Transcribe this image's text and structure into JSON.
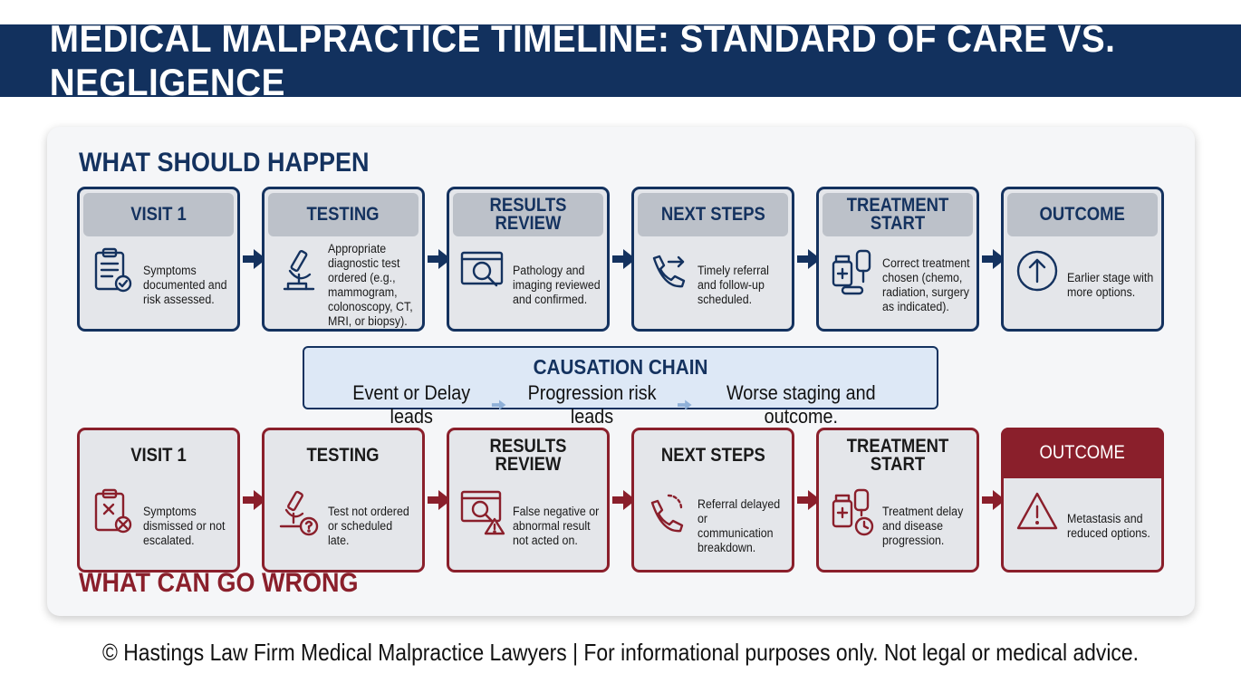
{
  "title": "MEDICAL MALPRACTICE TIMELINE: STANDARD OF CARE VS. NEGLIGENCE",
  "colors": {
    "navy": "#12315e",
    "maroon": "#8a1f2b",
    "box_fill": "#e4e6ea",
    "chain_fill": "#dde8f6"
  },
  "standard": {
    "heading": "WHAT SHOULD HAPPEN",
    "steps": [
      {
        "title": "VISIT 1",
        "icon": "clipboard-check-icon",
        "text": "Symptoms documented and risk assessed."
      },
      {
        "title": "TESTING",
        "icon": "microscope-icon",
        "text": "Appropriate diagnostic test ordered (e.g., mammogram, colonoscopy, CT, MRI, or biopsy)."
      },
      {
        "title": "RESULTS REVIEW",
        "icon": "monitor-magnifier-icon",
        "text": "Pathology and imaging reviewed and confirmed."
      },
      {
        "title": "NEXT STEPS",
        "icon": "phone-arrow-icon",
        "text": "Timely referral and follow-up scheduled."
      },
      {
        "title": "TREATMENT START",
        "icon": "medication-iv-icon",
        "text": "Correct treatment chosen (chemo, radiation, surgery as indicated)."
      },
      {
        "title": "OUTCOME",
        "icon": "up-arrow-circle-icon",
        "text": "Earlier stage with more options."
      }
    ]
  },
  "causation": {
    "title": "CAUSATION CHAIN",
    "items": [
      "Event or Delay leads",
      "Progression risk leads",
      "Worse staging and outcome."
    ]
  },
  "negligence": {
    "heading": "WHAT CAN GO WRONG",
    "steps": [
      {
        "title": "VISIT 1",
        "icon": "clipboard-x-icon",
        "text": "Symptoms dismissed or not escalated."
      },
      {
        "title": "TESTING",
        "icon": "microscope-question-icon",
        "text": "Test not ordered or scheduled late."
      },
      {
        "title": "RESULTS REVIEW",
        "icon": "monitor-warning-icon",
        "text": "False negative or abnormal result not acted on."
      },
      {
        "title": "NEXT STEPS",
        "icon": "phone-missed-icon",
        "text": "Referral delayed or communication breakdown."
      },
      {
        "title": "TREATMENT START",
        "icon": "medication-clock-icon",
        "text": "Treatment delay and disease progression."
      },
      {
        "title": "OUTCOME",
        "icon": "warning-triangle-icon",
        "text": "Metastasis and reduced options."
      }
    ]
  },
  "footer": "© Hastings Law Firm Medical Malpractice Lawyers | For informational purposes only. Not legal or medical advice."
}
